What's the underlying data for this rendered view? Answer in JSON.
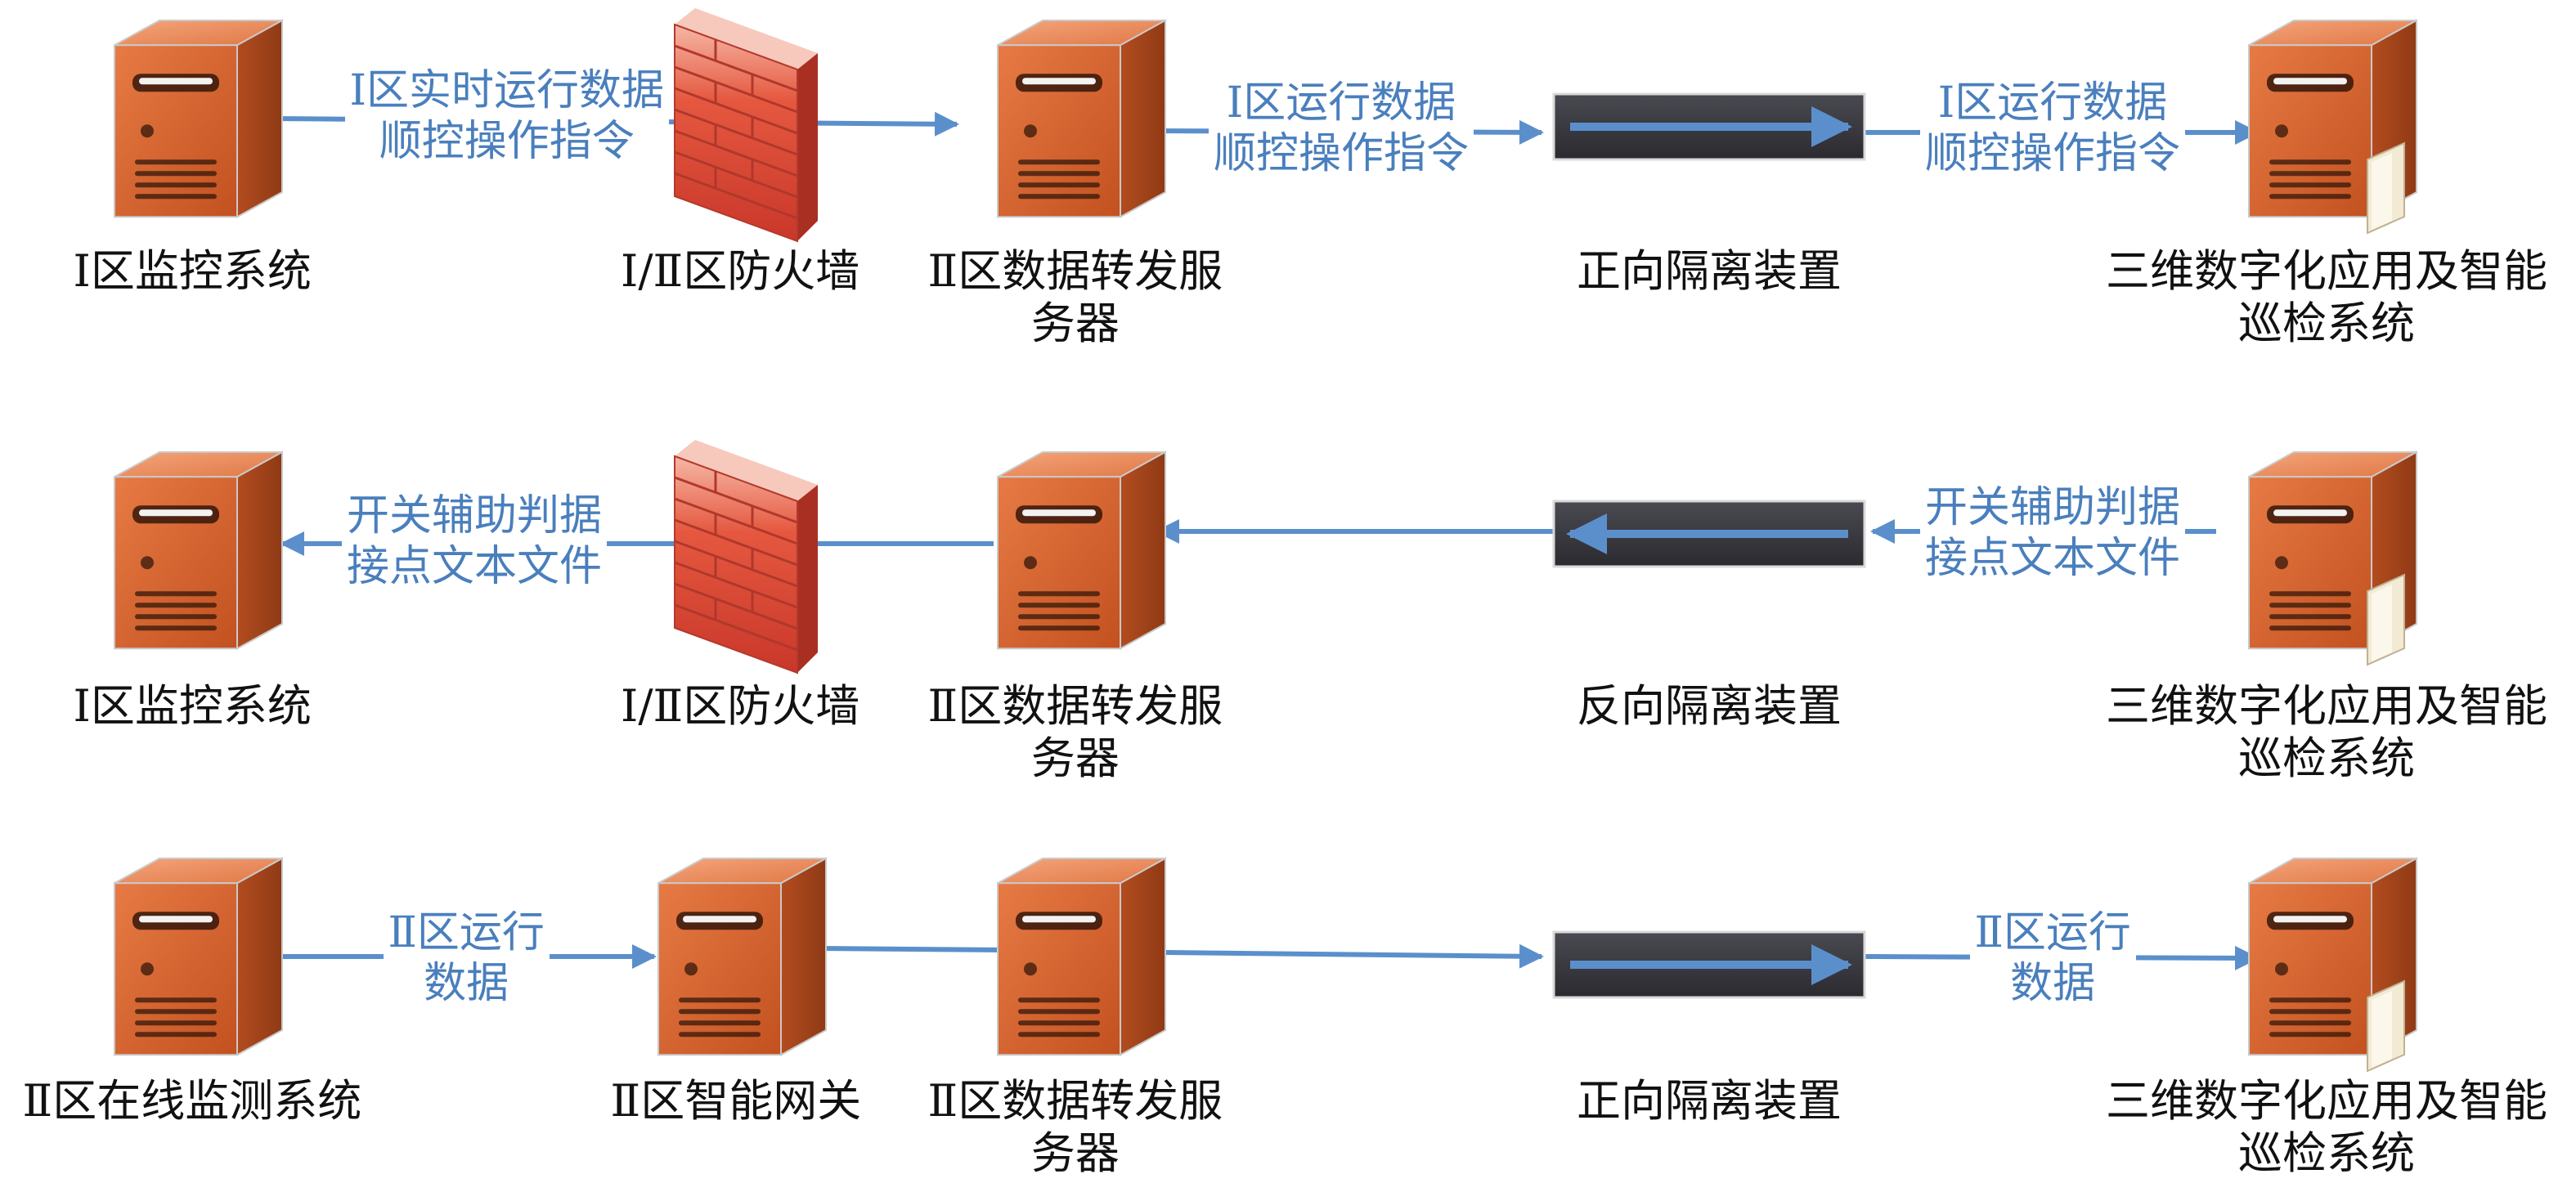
{
  "colors": {
    "arrow": "#5b8fcc",
    "edge_text": "#4a7fbd",
    "server_front": "#d6622e",
    "server_side": "#a8461c",
    "firewall": "#e04a35",
    "device_body": "#333338"
  },
  "rows": [
    {
      "nodes": [
        {
          "label": "Ⅰ区监控系统",
          "icon": "server-icon"
        },
        {
          "label": "Ⅰ/Ⅱ区防火墙",
          "icon": "firewall-icon"
        },
        {
          "label": "Ⅱ区数据转发服\n务器",
          "icon": "server-icon"
        },
        {
          "label": "正向隔离装置",
          "icon": "isolation-device-icon"
        },
        {
          "label": "三维数字化应用及智能\n巡检系统",
          "icon": "server-file-icon"
        }
      ],
      "edges": [
        {
          "label": "Ⅰ区实时运行数据\n顺控操作指令"
        },
        {
          "label": "Ⅰ区运行数据\n顺控操作指令"
        },
        {
          "label": "Ⅰ区运行数据\n顺控操作指令"
        }
      ]
    },
    {
      "nodes": [
        {
          "label": "Ⅰ区监控系统",
          "icon": "server-icon"
        },
        {
          "label": "Ⅰ/Ⅱ区防火墙",
          "icon": "firewall-icon"
        },
        {
          "label": "Ⅱ区数据转发服\n务器",
          "icon": "server-icon"
        },
        {
          "label": "反向隔离装置",
          "icon": "isolation-device-icon"
        },
        {
          "label": "三维数字化应用及智能\n巡检系统",
          "icon": "server-file-icon"
        }
      ],
      "edges": [
        {
          "label": "开关辅助判据\n接点文本文件"
        },
        {
          "label": "开关辅助判据\n接点文本文件"
        }
      ]
    },
    {
      "nodes": [
        {
          "label": "Ⅱ区在线监测系统",
          "icon": "server-icon"
        },
        {
          "label": "Ⅱ区智能网关",
          "icon": "server-icon"
        },
        {
          "label": "Ⅱ区数据转发服\n务器",
          "icon": "server-icon"
        },
        {
          "label": "正向隔离装置",
          "icon": "isolation-device-icon"
        },
        {
          "label": "三维数字化应用及智能\n巡检系统",
          "icon": "server-file-icon"
        }
      ],
      "edges": [
        {
          "label": "Ⅱ区运行\n数据"
        },
        {
          "label": "Ⅱ区运行\n数据"
        }
      ]
    }
  ]
}
